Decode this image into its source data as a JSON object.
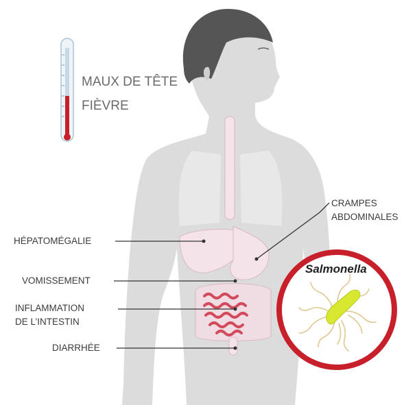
{
  "labels": {
    "headache": "MAUX DE TÊTE",
    "fever": "FIÈVRE",
    "cramps_line1": "CRAMPES",
    "cramps_line2": "ABDOMINALES",
    "hepatomegaly": "HÉPATOMÉGALIE",
    "vomiting": "VOMISSEMENT",
    "inflammation_line1": "INFLAMMATION",
    "inflammation_line2": "DE L’INTESTIN",
    "diarrhea": "DIARRHÉE",
    "bacterium": "Salmonella"
  },
  "icons": [
    "thermometer-icon",
    "salmonella-bacterium-icon"
  ],
  "colors": {
    "body": "#dcdcdc",
    "hair": "#555555",
    "organs": "#f4e4ea",
    "intestine_red": "#d24a5c",
    "thermometer_red": "#c8202a",
    "circle_ring": "#c8202a",
    "bacterium_body": "#d8e830",
    "flagella": "#e0c890"
  }
}
